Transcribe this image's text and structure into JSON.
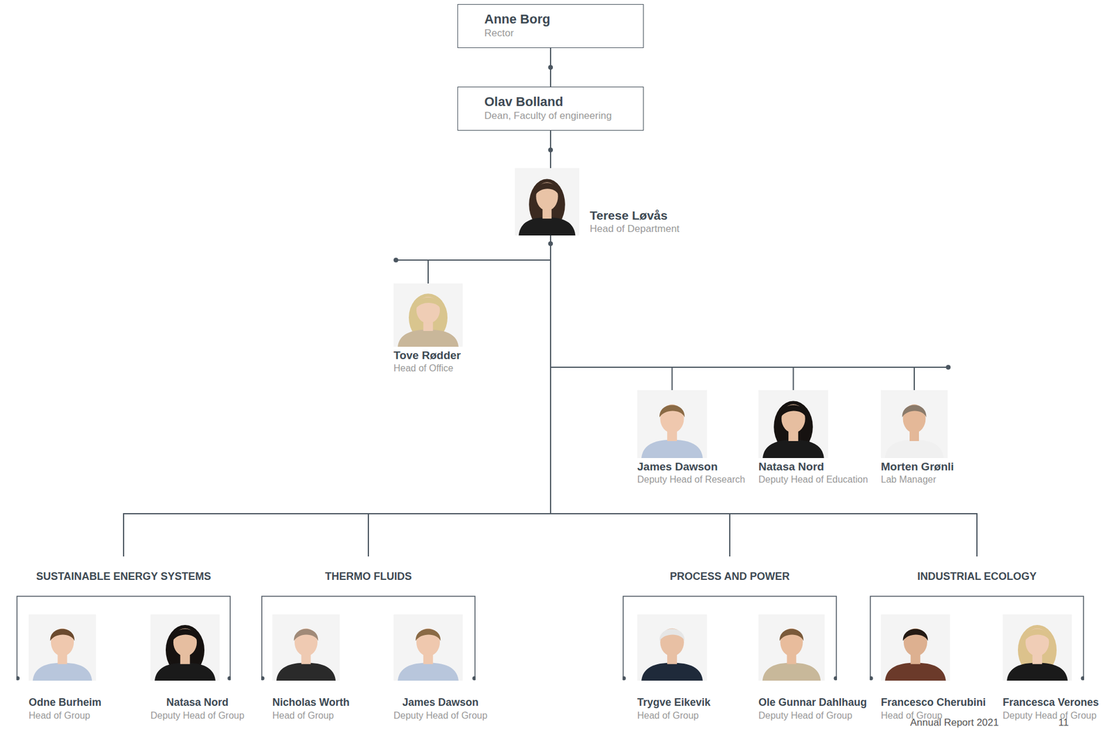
{
  "diagram": {
    "nodes": [
      {
        "text": [
          "Anne Borg",
          "Rector"
        ]
      },
      {
        "text": [
          "Olav Bolland",
          "Dean, Faculty of engineering"
        ]
      },
      {
        "text": [
          "Terese Løvås",
          "Head of Department"
        ]
      },
      {
        "text": [
          "Tove Rødder",
          "Head of Office"
        ]
      },
      {
        "text": [
          "James Dawson",
          "Deputy Head of Research"
        ]
      },
      {
        "text": [
          "Natasa Nord",
          "Deputy Head of Education"
        ]
      },
      {
        "text": [
          "Morten Grønli",
          "Lab Manager"
        ]
      },
      {
        "text": [
          "SUSTAINABLE ENERGY SYSTEMS"
        ]
      },
      {
        "text": [
          "Odne Burheim",
          "Head of Group"
        ],
        "in": 7
      },
      {
        "text": [
          "Natasa Nord",
          "Deputy Head of Group"
        ],
        "in": 7
      },
      {
        "text": [
          "THERMO FLUIDS"
        ]
      },
      {
        "text": [
          "Nicholas Worth",
          "Head of Group"
        ],
        "in": 10
      },
      {
        "text": [
          "James Dawson",
          "Deputy Head of Group"
        ],
        "in": 10
      },
      {
        "text": [
          "PROCESS AND POWER"
        ]
      },
      {
        "text": [
          "Trygve Eikevik",
          "Head of Group"
        ],
        "in": 13
      },
      {
        "text": [
          "Ole Gunnar Dahlhaug",
          "Deputy Head of Group"
        ],
        "in": 13
      },
      {
        "text": [
          "INDUSTRIAL ECOLOGY"
        ]
      },
      {
        "text": [
          "Francesco Cherubini",
          "Head of Group"
        ],
        "in": 16
      },
      {
        "text": [
          "Francesca Verones",
          "Deputy Head of Group"
        ],
        "in": 16
      }
    ],
    "edges": [
      {
        "from": 0,
        "to": 1,
        "arrow": "none"
      },
      {
        "from": 1,
        "to": 2,
        "arrow": "none"
      },
      {
        "from": 2,
        "to": 3,
        "arrow": "none"
      },
      {
        "from": 2,
        "to": 4,
        "arrow": "none"
      },
      {
        "from": 2,
        "to": 5,
        "arrow": "none"
      },
      {
        "from": 2,
        "to": 6,
        "arrow": "none"
      },
      {
        "from": 2,
        "to": 7,
        "arrow": "none"
      },
      {
        "from": 2,
        "to": 10,
        "arrow": "none"
      },
      {
        "from": 2,
        "to": 13,
        "arrow": "none"
      },
      {
        "from": 2,
        "to": 16,
        "arrow": "none"
      }
    ],
    "labels": [
      "Annual Report 2021",
      "11"
    ]
  }
}
